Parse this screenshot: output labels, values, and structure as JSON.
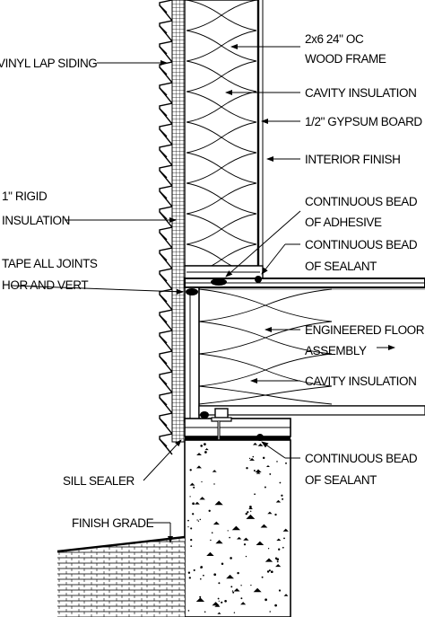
{
  "labels": {
    "vinyl_siding": "VINYL LAP SIDING",
    "wood_frame_1": "2x6 24\" OC",
    "wood_frame_2": "WOOD FRAME",
    "cavity_insulation_wall": "CAVITY INSULATION",
    "gypsum_board": "1/2\" GYPSUM BOARD",
    "interior_finish": "INTERIOR FINISH",
    "rigid_insulation_1": "1\" RIGID",
    "rigid_insulation_2": "INSULATION",
    "adhesive_1": "CONTINUOUS BEAD",
    "adhesive_2": "OF ADHESIVE",
    "sealant_top_1": "CONTINUOUS BEAD",
    "sealant_top_2": "OF SEALANT",
    "tape_joints_1": "TAPE ALL JOINTS",
    "tape_joints_2": "HOR AND VERT",
    "floor_assembly_1": "ENGINEERED FLOOR",
    "floor_assembly_2": "ASSEMBLY",
    "cavity_insulation_floor": "CAVITY INSULATION",
    "sealant_bottom_1": "CONTINUOUS BEAD",
    "sealant_bottom_2": "OF SEALANT",
    "sill_sealer": "SILL SEALER",
    "finish_grade": "FINISH GRADE"
  },
  "colors": {
    "line": "#000000",
    "background": "#ffffff",
    "concrete_speckle": "#000000"
  }
}
